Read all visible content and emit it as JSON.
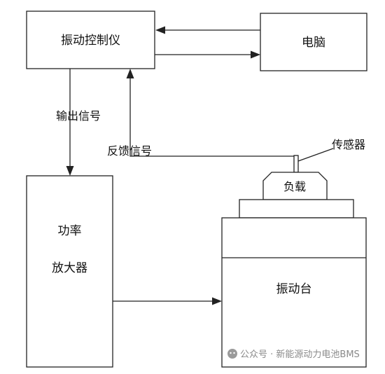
{
  "nodes": {
    "controller": "振动控制仪",
    "computer": "电脑",
    "amplifier_line1": "功率",
    "amplifier_line2": "放大器",
    "shaker": "振动台",
    "load": "负载",
    "sensor": "传感器"
  },
  "edges": {
    "output_signal": "输出信号",
    "feedback_signal": "反馈信号"
  },
  "watermark": {
    "text": "公众号 · 新能源动力电池BMS"
  },
  "colors": {
    "stroke": "#222222",
    "text": "#111111",
    "watermark": "#8a8a8a"
  }
}
